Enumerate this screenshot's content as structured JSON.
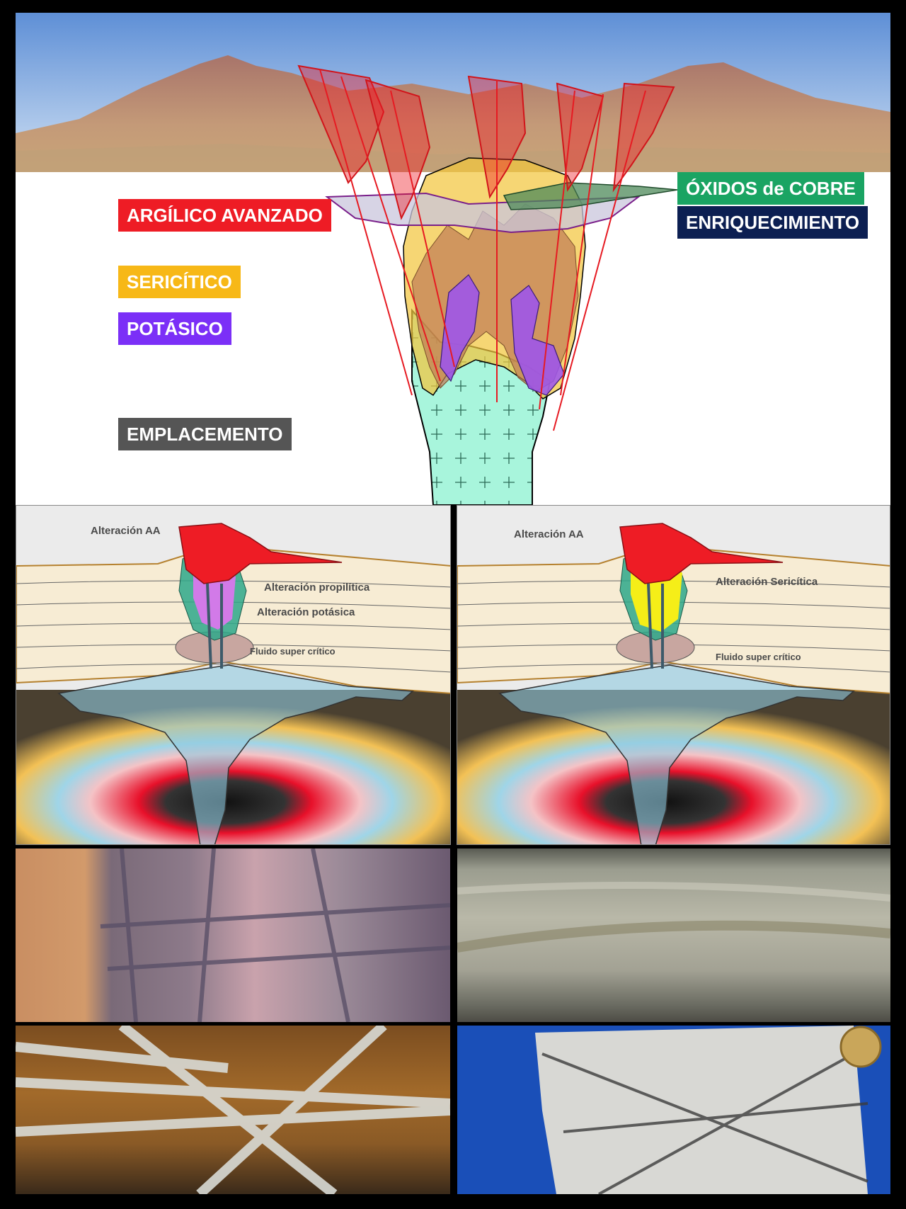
{
  "top_diagram": {
    "labels": {
      "argilico": "ARGÍLICO AVANZADO",
      "sericitico": "SERICÍTICO",
      "potasico": "POTÁSICO",
      "emplacement": "EMPLACEMENTO",
      "oxidos": "ÓXIDOS de COBRE",
      "enriquecimiento": "ENRIQUECIMIENTO"
    },
    "colors": {
      "argilico": "#ee1c25",
      "sericitico": "#f7b817",
      "potasico": "#7b2ff7",
      "emplacement": "#555555",
      "oxidos": "#1aa463",
      "enriquecimiento": "#0c1f52"
    }
  },
  "left_section": {
    "label_aa": "Alteración AA",
    "label_propilitica": "Alteración propilítica",
    "label_potasica": "Alteración potásica",
    "label_fluido": "Fluido super crítico"
  },
  "right_section": {
    "label_aa": "Alteración AA",
    "label_sericitica": "Alteración Sericítica",
    "label_fluido": "Fluido super crítico"
  }
}
